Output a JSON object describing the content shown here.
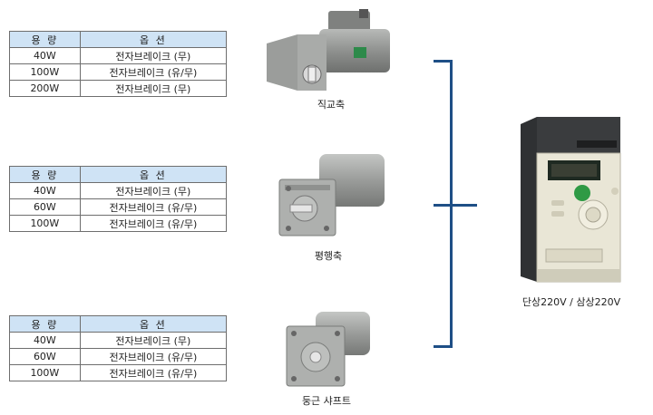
{
  "tables": [
    {
      "headers": [
        "용 량",
        "옵 션"
      ],
      "rows": [
        [
          "40W",
          "전자브레이크 (무)"
        ],
        [
          "100W",
          "전자브레이크 (유/무)"
        ],
        [
          "200W",
          "전자브레이크 (무)"
        ]
      ]
    },
    {
      "headers": [
        "용 량",
        "옵 션"
      ],
      "rows": [
        [
          "40W",
          "전자브레이크 (무)"
        ],
        [
          "60W",
          "전자브레이크 (유/무)"
        ],
        [
          "100W",
          "전자브레이크 (유/무)"
        ]
      ]
    },
    {
      "headers": [
        "용 량",
        "옵 션"
      ],
      "rows": [
        [
          "40W",
          "전자브레이크 (무)"
        ],
        [
          "60W",
          "전자브레이크 (유/무)"
        ],
        [
          "100W",
          "전자브레이크 (유/무)"
        ]
      ]
    }
  ],
  "motors": [
    {
      "label": "직교축",
      "icon": "right-angle-gearmotor-icon"
    },
    {
      "label": "평행축",
      "icon": "parallel-shaft-gearmotor-icon"
    },
    {
      "label": "둥근 샤프트",
      "icon": "round-shaft-motor-icon"
    }
  ],
  "drive": {
    "label": "단상220V / 삼상220V",
    "icon": "inverter-drive-icon"
  },
  "colors": {
    "connector": "#1e4f86",
    "table_header": "#cfe3f5",
    "motor_body": "#9a9c9a",
    "drive_body": "#e9e6d6"
  }
}
